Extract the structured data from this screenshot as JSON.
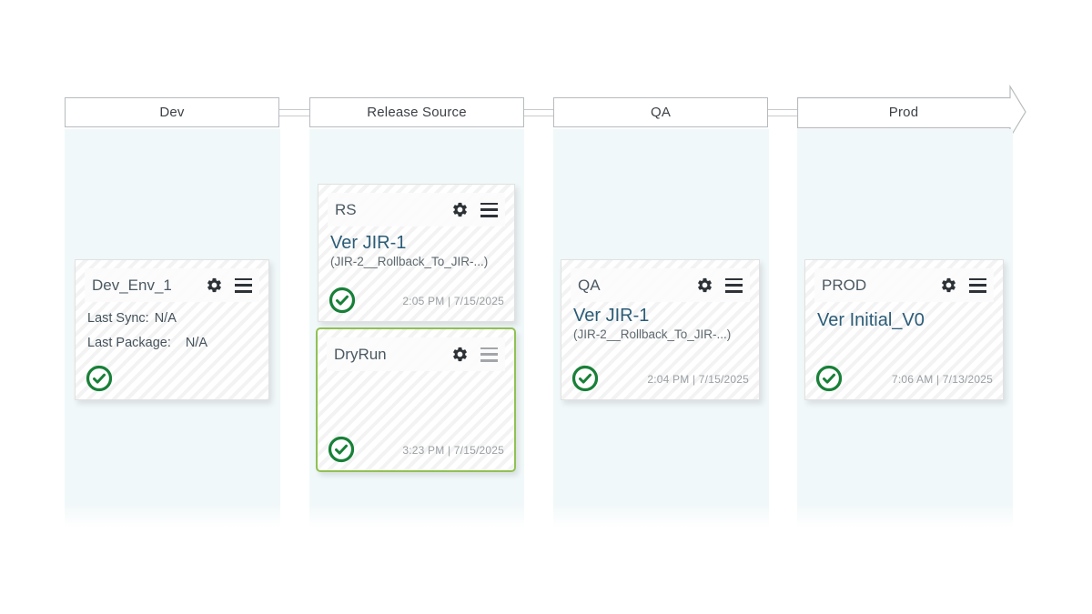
{
  "stages": {
    "items": [
      {
        "label": "Dev"
      },
      {
        "label": "Release Source"
      },
      {
        "label": "QA"
      },
      {
        "label": "Prod"
      }
    ]
  },
  "cards": {
    "dev_env": {
      "title": "Dev_Env_1",
      "last_sync_label": "Last Sync:",
      "last_sync_value": "N/A",
      "last_package_label": "Last Package:",
      "last_package_value": "N/A",
      "status": "success"
    },
    "release_source": {
      "title": "RS",
      "version": "Ver JIR-1",
      "version_detail": "(JIR-2__Rollback_To_JIR-...)",
      "timestamp": "2:05 PM | 7/15/2025",
      "status": "success"
    },
    "dry_run": {
      "title": "DryRun",
      "timestamp": "3:23 PM | 7/15/2025",
      "status": "success",
      "selected": true
    },
    "qa_env": {
      "title": "QA",
      "version": "Ver JIR-1",
      "version_detail": "(JIR-2__Rollback_To_JIR-...)",
      "timestamp": "2:04 PM | 7/15/2025",
      "status": "success"
    },
    "prod_env": {
      "title": "PROD",
      "version": "Ver Initial_V0",
      "timestamp": "7:06 AM | 7/13/2025",
      "status": "success"
    }
  },
  "icons": {
    "gear": "settings-gear",
    "menu": "hamburger-menu",
    "status_ok": "check-circle"
  },
  "colors": {
    "column_bg": "#f1f8f9",
    "selected_card_border": "#8fc152",
    "status_green": "#188038",
    "version_text": "#2b5c77",
    "header_border": "#b7bbbe",
    "card_hatch": "#f3f3f3"
  }
}
